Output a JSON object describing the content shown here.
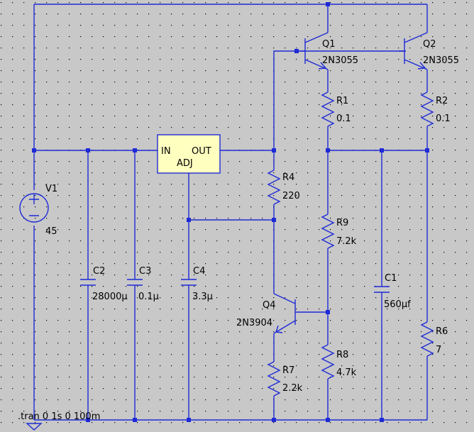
{
  "components": {
    "V1": {
      "ref": "V1",
      "value": "45"
    },
    "Q1": {
      "ref": "Q1",
      "model": "2N3055"
    },
    "Q2": {
      "ref": "Q2",
      "model": "2N3055"
    },
    "Q4": {
      "ref": "Q4",
      "model": "2N3904"
    },
    "R1": {
      "ref": "R1",
      "value": "0.1"
    },
    "R2": {
      "ref": "R2",
      "value": "0.1"
    },
    "R4": {
      "ref": "R4",
      "value": "220"
    },
    "R6": {
      "ref": "R6",
      "value": "7"
    },
    "R7": {
      "ref": "R7",
      "value": "2.2k"
    },
    "R8": {
      "ref": "R8",
      "value": "4.7k"
    },
    "R9": {
      "ref": "R9",
      "value": "7.2k"
    },
    "C1": {
      "ref": "C1",
      "value": "560µf"
    },
    "C2": {
      "ref": "C2",
      "value": "28000µ"
    },
    "C3": {
      "ref": "C3",
      "value": "0.1µ"
    },
    "C4": {
      "ref": "C4",
      "value": "3.3µ"
    }
  },
  "regulator": {
    "in_label": "IN",
    "out_label": "OUT",
    "adj_label": "ADJ"
  },
  "directive": ".tran 0 1s 0 100m",
  "colors": {
    "wire": "#1e2ad6",
    "background": "#c8c8c8",
    "grid_dot": "#000000",
    "regulator_fill": "#ffffc0"
  }
}
